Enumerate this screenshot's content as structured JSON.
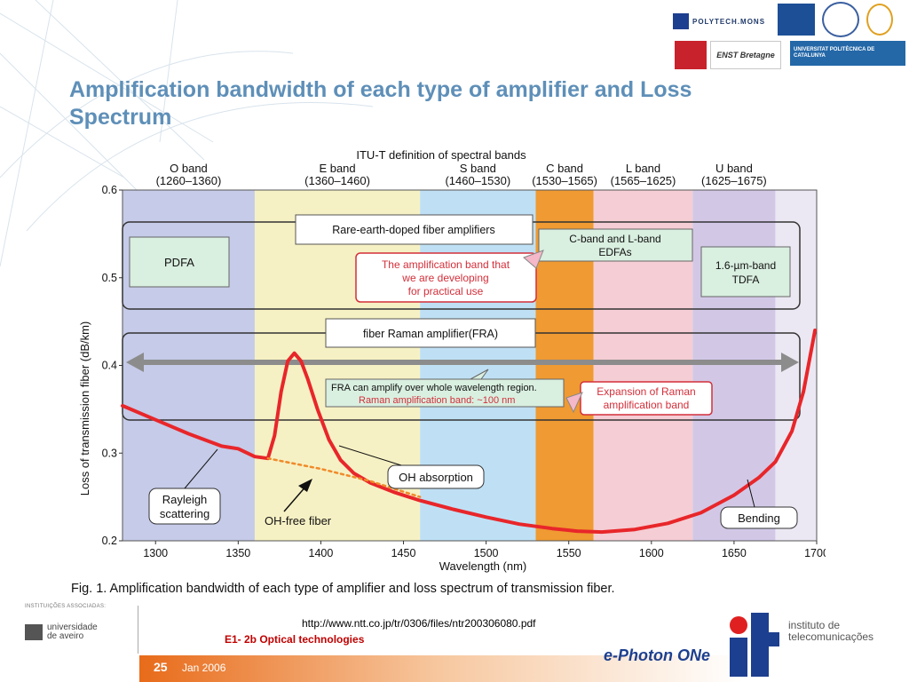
{
  "slide": {
    "title": "Amplification bandwidth of each type of amplifier and Loss Spectrum",
    "url": "http://www.ntt.co.jp/tr/0306/files/ntr200306080.pdf",
    "course": "E1- 2b Optical technologies",
    "page_number": "25",
    "date": "Jan 2006",
    "associated_label": "INSTITUIÇÕES ASSOCIADAS:",
    "univ_name": "universidade",
    "univ_name2": "de aveiro",
    "it_name1": "instituto de",
    "it_name2": "telecomunicações",
    "ephoton": "e-Photon ONe",
    "logos": [
      "POLYTECH.MONS",
      "ENST Bretagne",
      "UNIVERSITAT POLITÈCNICA DE CATALUNYA"
    ]
  },
  "chart_data": {
    "type": "line",
    "title": "ITU-T definition of spectral bands",
    "xlabel": "Wavelength (nm)",
    "ylabel": "Loss of transmission fiber (dB/km)",
    "xlim": [
      1280,
      1700
    ],
    "ylim": [
      0.2,
      0.6
    ],
    "x_ticks": [
      1300,
      1350,
      1400,
      1450,
      1500,
      1550,
      1600,
      1650,
      1700
    ],
    "y_ticks": [
      0.2,
      0.3,
      0.4,
      0.5,
      0.6
    ],
    "caption": "Fig. 1.   Amplification bandwidth of each type of amplifier and loss spectrum of transmission fiber.",
    "bands": [
      {
        "name": "O band",
        "range_label": "(1260–1360)",
        "from": 1280,
        "to": 1360,
        "color": "#c5cbe8"
      },
      {
        "name": "E band",
        "range_label": "(1360–1460)",
        "from": 1360,
        "to": 1460,
        "color": "#f6f1c4"
      },
      {
        "name": "S band",
        "range_label": "(1460–1530)",
        "from": 1460,
        "to": 1530,
        "color": "#bfe0f4"
      },
      {
        "name": "C band",
        "range_label": "(1530–1565)",
        "from": 1530,
        "to": 1565,
        "color": "#ef9a32"
      },
      {
        "name": "L band",
        "range_label": "(1565–1625)",
        "from": 1565,
        "to": 1625,
        "color": "#f5cdd4"
      },
      {
        "name": "U band",
        "range_label": "(1625–1675)",
        "from": 1625,
        "to": 1675,
        "color": "#d2c8e6"
      },
      {
        "name": "",
        "range_label": "",
        "from": 1675,
        "to": 1700,
        "color": "#ece8f3"
      }
    ],
    "series": [
      {
        "name": "loss",
        "color": "#e8262a",
        "points": [
          [
            1280,
            0.354
          ],
          [
            1300,
            0.338
          ],
          [
            1320,
            0.322
          ],
          [
            1340,
            0.308
          ],
          [
            1350,
            0.305
          ],
          [
            1360,
            0.296
          ],
          [
            1368,
            0.294
          ],
          [
            1372,
            0.32
          ],
          [
            1376,
            0.37
          ],
          [
            1380,
            0.405
          ],
          [
            1384,
            0.414
          ],
          [
            1388,
            0.405
          ],
          [
            1392,
            0.385
          ],
          [
            1398,
            0.35
          ],
          [
            1405,
            0.315
          ],
          [
            1412,
            0.292
          ],
          [
            1420,
            0.277
          ],
          [
            1430,
            0.266
          ],
          [
            1445,
            0.255
          ],
          [
            1460,
            0.246
          ],
          [
            1480,
            0.236
          ],
          [
            1500,
            0.227
          ],
          [
            1520,
            0.219
          ],
          [
            1540,
            0.214
          ],
          [
            1555,
            0.211
          ],
          [
            1570,
            0.21
          ],
          [
            1590,
            0.213
          ],
          [
            1610,
            0.22
          ],
          [
            1630,
            0.232
          ],
          [
            1650,
            0.252
          ],
          [
            1665,
            0.272
          ],
          [
            1675,
            0.29
          ],
          [
            1685,
            0.325
          ],
          [
            1692,
            0.37
          ],
          [
            1697,
            0.42
          ],
          [
            1699,
            0.44
          ]
        ]
      },
      {
        "name": "OH-free fiber",
        "color": "#f08a2a",
        "dashed": true,
        "points": [
          [
            1368,
            0.294
          ],
          [
            1400,
            0.282
          ],
          [
            1430,
            0.268
          ],
          [
            1460,
            0.25
          ]
        ]
      }
    ],
    "annotations": {
      "rare_earth": "Rare-earth-doped fiber amplifiers",
      "pdfa": "PDFA",
      "cl_edfa": [
        "C-band and L-band",
        "EDFAs"
      ],
      "tdfa": [
        "1.6-µm-band",
        "TDFA"
      ],
      "developing": [
        "The amplification band that",
        "we are developing",
        "for practical use"
      ],
      "fra": "fiber Raman amplifier(FRA)",
      "fra_note1": "FRA can amplify over whole wavelength region.",
      "fra_note2": "Raman amplification band: ~100 nm",
      "expansion": [
        "Expansion of Raman",
        "amplification band"
      ],
      "oh_absorption": "OH absorption",
      "rayleigh": [
        "Rayleigh",
        "scattering"
      ],
      "oh_free": "OH-free fiber",
      "bending": "Bending"
    }
  }
}
